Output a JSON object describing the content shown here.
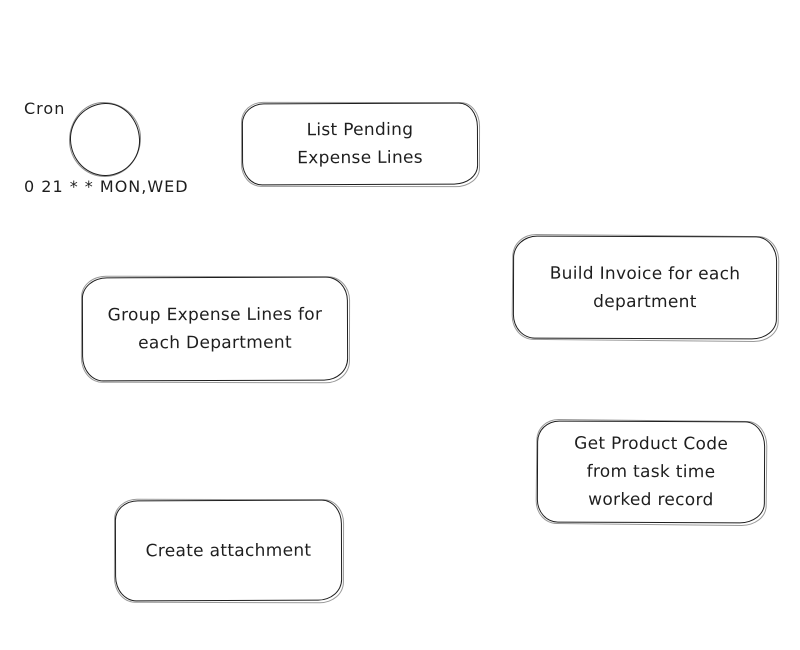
{
  "canvas": {
    "background": "#ffffff",
    "stroke_color": "#1e1e1e",
    "style": "hand-drawn-whiteboard"
  },
  "trigger": {
    "title": "Cron",
    "schedule": "0 21 * * MON,WED",
    "shape": "circle"
  },
  "nodes": [
    {
      "id": "list-pending-expense-lines",
      "label": "List Pending\nExpense Lines"
    },
    {
      "id": "build-invoice-for-each-department",
      "label": "Build Invoice for each\ndepartment"
    },
    {
      "id": "group-expense-lines-for-each-department",
      "label": "Group Expense Lines for\neach Department"
    },
    {
      "id": "get-product-code-from-task-time-worked",
      "label": "Get Product Code\nfrom task time\nworked record"
    },
    {
      "id": "create-attachment",
      "label": "Create attachment"
    }
  ]
}
